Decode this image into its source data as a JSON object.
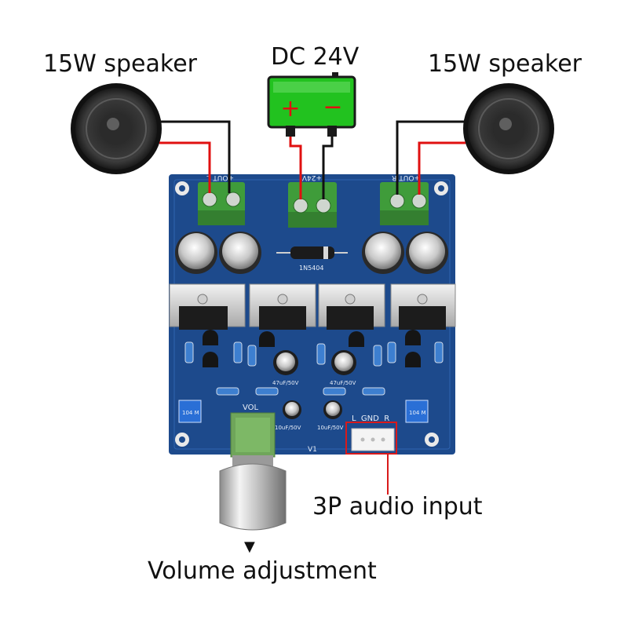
{
  "labels": {
    "speaker_left": "15W speaker",
    "speaker_right": "15W speaker",
    "power": "DC 24V",
    "audio_input": "3P audio input",
    "volume": "Volume adjustment",
    "volume_arrow": "▼"
  },
  "battery": {
    "plus": "+",
    "minus": "−"
  },
  "pcb_silkscreen": {
    "out_l": "+OUT L",
    "power": "+24V",
    "out_r": "+OUT R",
    "diode": "1N5404",
    "vol": "VOL",
    "v1": "V1",
    "input_pins": "L  GND  R",
    "cap_small_left": "10uF/50V",
    "cap_small_right": "10uF/50V",
    "cap_mid_left": "47uF/50V",
    "cap_mid_right": "47uF/50V",
    "trim_left": "104 M",
    "trim_right": "104 M"
  },
  "colors": {
    "pcb": "#1d4a8c",
    "battery": "#22c21f",
    "wire_positive": "#e01010",
    "wire_negative": "#111111",
    "terminal": "#3f9c3a",
    "highlight_box": "#d91a1a"
  }
}
